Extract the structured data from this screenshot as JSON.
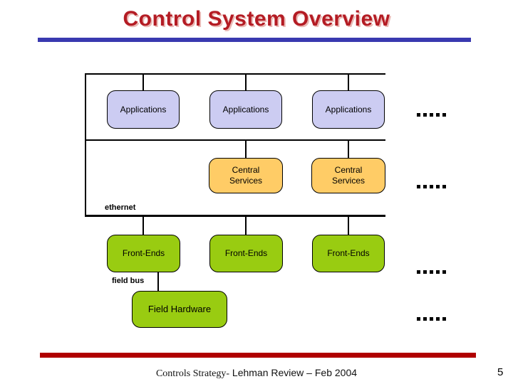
{
  "slide": {
    "title": "Control System Overview",
    "page_number": "5",
    "footer": {
      "prefix": "Controls Strategy-",
      "main": "Lehman Review – Feb 2004"
    }
  },
  "diagram": {
    "applications": {
      "label": "Applications",
      "count": 3
    },
    "central_services": {
      "label": "Central Services",
      "count": 2
    },
    "front_ends": {
      "label": "Front-Ends",
      "count": 3
    },
    "field_hardware": {
      "label": "Field Hardware",
      "count": 1
    },
    "bus_labels": {
      "ethernet": "ethernet",
      "field_bus": "field bus"
    },
    "ellipsis": "....."
  },
  "colors": {
    "title_red": "#b41c24",
    "title_rule_blue": "#3939b0",
    "footer_rule_red": "#b00000",
    "applications_fill": "#ccccf2",
    "central_services_fill": "#ffcc66",
    "front_ends_fill": "#99cc11",
    "field_hardware_fill": "#99cc11",
    "line_black": "#000000"
  }
}
